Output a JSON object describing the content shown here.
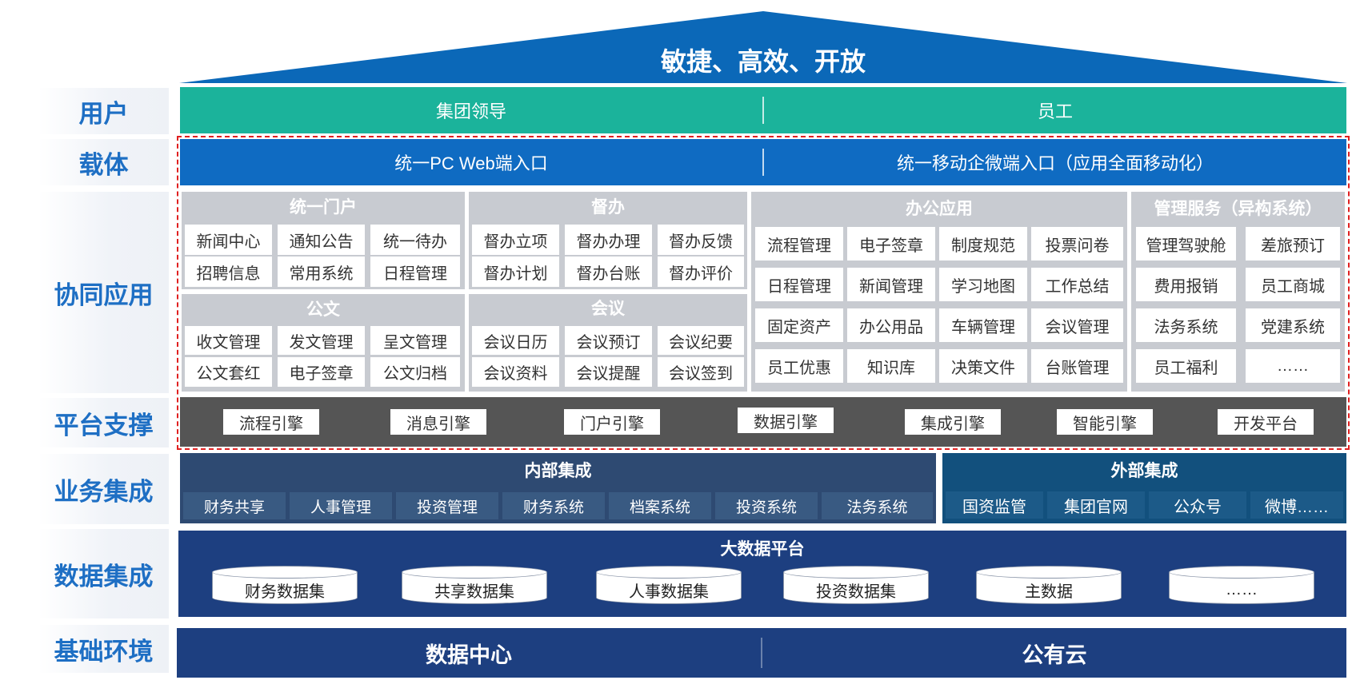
{
  "roof_title": "敏捷、高效、开放",
  "labels": {
    "user": "用户",
    "carrier": "载体",
    "collab": "协同应用",
    "platform": "平台支撑",
    "biz": "业务集成",
    "data": "数据集成",
    "infra": "基础环境"
  },
  "users": {
    "left": "集团领导",
    "right": "员工"
  },
  "carrier": {
    "left": "统一PC Web端入口",
    "right": "统一移动企微端入口（应用全面移动化）"
  },
  "portal": {
    "title": "统一门户",
    "items": [
      "新闻中心",
      "通知公告",
      "统一待办",
      "招聘信息",
      "常用系统",
      "日程管理"
    ]
  },
  "supervise": {
    "title": "督办",
    "items": [
      "督办立项",
      "督办办理",
      "督办反馈",
      "督办计划",
      "督办台账",
      "督办评价"
    ]
  },
  "doc": {
    "title": "公文",
    "items": [
      "收文管理",
      "发文管理",
      "呈文管理",
      "公文套红",
      "电子签章",
      "公文归档"
    ]
  },
  "meeting": {
    "title": "会议",
    "items": [
      "会议日历",
      "会议预订",
      "会议纪要",
      "会议资料",
      "会议提醒",
      "会议签到"
    ]
  },
  "office": {
    "title": "办公应用",
    "items": [
      "流程管理",
      "电子签章",
      "制度规范",
      "投票问卷",
      "日程管理",
      "新闻管理",
      "学习地图",
      "工作总结",
      "固定资产",
      "办公用品",
      "车辆管理",
      "会议管理",
      "员工优惠",
      "知识库",
      "决策文件",
      "台账管理"
    ]
  },
  "mgmt": {
    "title": "管理服务（异构系统）",
    "items": [
      "管理驾驶舱",
      "差旅预订",
      "费用报销",
      "员工商城",
      "法务系统",
      "党建系统",
      "员工福利",
      "……"
    ]
  },
  "engines": [
    "流程引擎",
    "消息引擎",
    "门户引擎",
    "数据引擎",
    "集成引擎",
    "智能引擎",
    "开发平台"
  ],
  "internal": {
    "title": "内部集成",
    "items": [
      "财务共享",
      "人事管理",
      "投资管理",
      "财务系统",
      "档案系统",
      "投资系统",
      "法务系统"
    ]
  },
  "external": {
    "title": "外部集成",
    "items": [
      "国资监管",
      "集团官网",
      "公众号",
      "微博……"
    ]
  },
  "bigdata": {
    "title": "大数据平台",
    "items": [
      "财务数据集",
      "共享数据集",
      "人事数据集",
      "投资数据集",
      "主数据",
      "……"
    ]
  },
  "infra": {
    "left": "数据中心",
    "right": "公有云"
  },
  "colors": {
    "roof": "#0b68b8",
    "user_bar": "#1bb39b",
    "carrier_bar": "#0f6bc2",
    "panel_title": "#c8cbd1",
    "platform": "#555555",
    "internal": "#2e4a72",
    "external": "#12507d",
    "bigdata": "#1d3f80",
    "infra": "#1d3f80",
    "dashed": "#e02020",
    "label": "#1e6fc4"
  }
}
